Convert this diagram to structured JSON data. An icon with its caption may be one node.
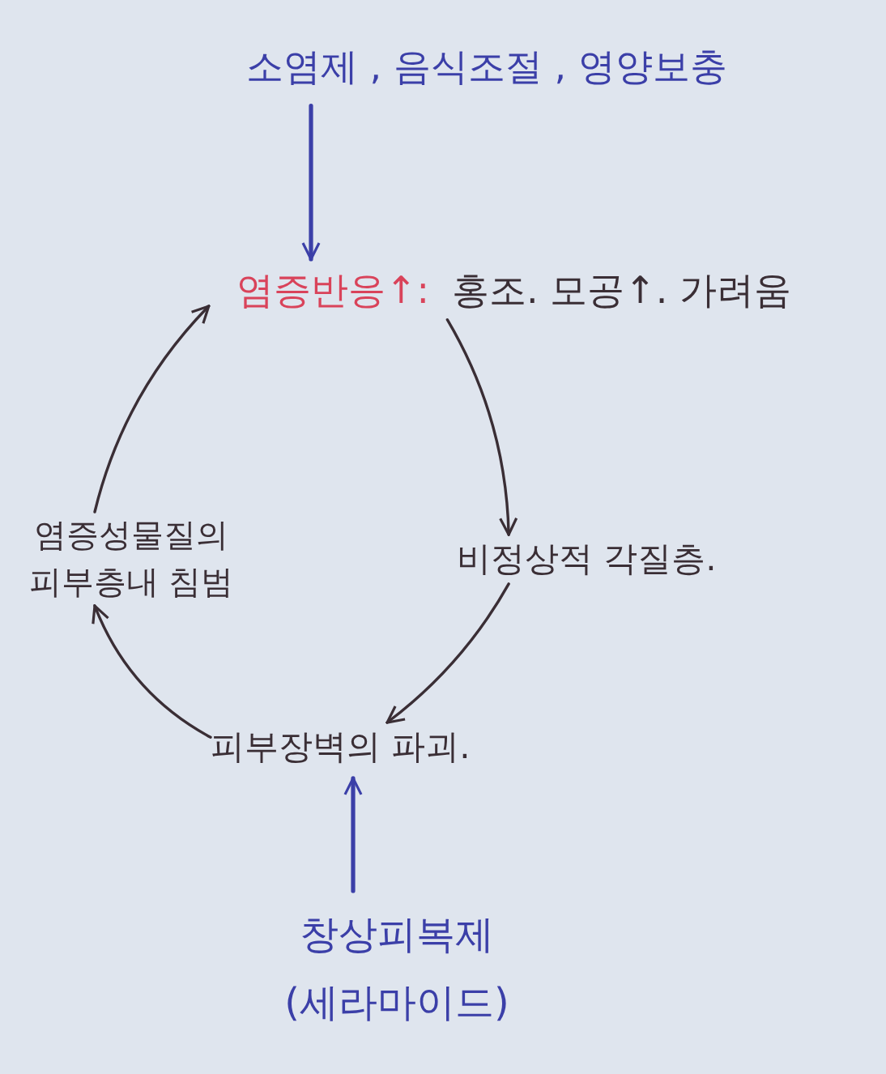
{
  "diagram": {
    "nodes": [
      {
        "text": [
          "소염제 , 음식조절 , 영양보충"
        ]
      },
      {
        "text": [
          "염증반응↑:",
          "홍조. 모공↑. 가려움"
        ]
      },
      {
        "text": [
          "비정상적 각질층."
        ]
      },
      {
        "text": [
          "피부장벽의 파괴."
        ]
      },
      {
        "text": [
          "염증성물질의 피부층내 침범"
        ]
      },
      {
        "text": [
          "창상피복제 (세라마이드)"
        ]
      }
    ],
    "edges": [
      {
        "from": 0,
        "to": 1,
        "arrow": "to",
        "color": "#3b3fa8"
      },
      {
        "from": 1,
        "to": 2,
        "arrow": "to"
      },
      {
        "from": 2,
        "to": 3,
        "arrow": "to"
      },
      {
        "from": 3,
        "to": 4,
        "arrow": "to"
      },
      {
        "from": 4,
        "to": 1,
        "arrow": "to"
      },
      {
        "from": 5,
        "to": 3,
        "arrow": "to",
        "color": "#3b3fa8"
      }
    ]
  }
}
